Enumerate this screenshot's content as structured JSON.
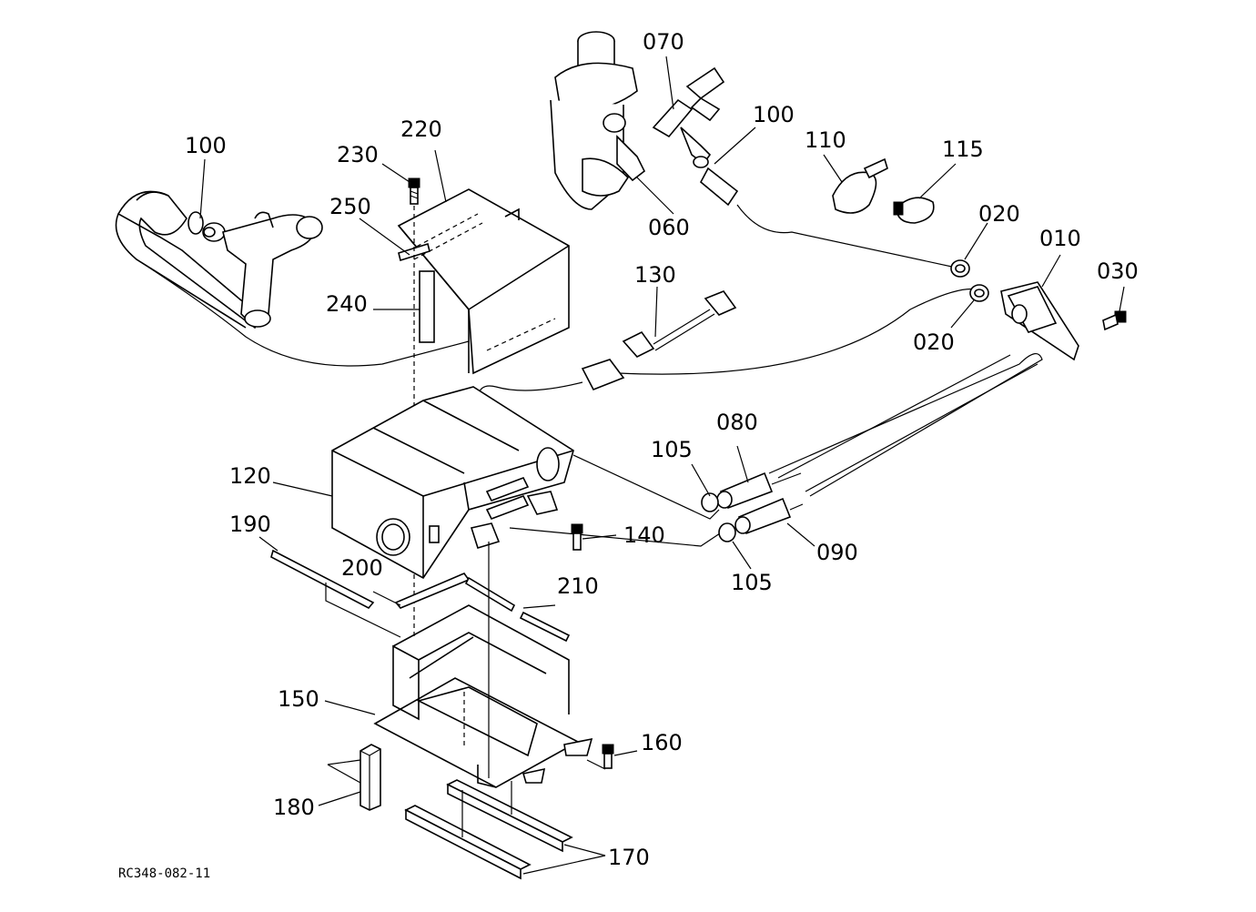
{
  "labels": {
    "p010": "010",
    "p020a": "020",
    "p020b": "020",
    "p030": "030",
    "p060": "060",
    "p070": "070",
    "p080": "080",
    "p090": "090",
    "p100a": "100",
    "p100b": "100",
    "p105a": "105",
    "p105b": "105",
    "p110": "110",
    "p115": "115",
    "p120": "120",
    "p130": "130",
    "p140": "140",
    "p150": "150",
    "p160": "160",
    "p170": "170",
    "p180": "180",
    "p190": "190",
    "p200": "200",
    "p210": "210",
    "p220": "220",
    "p230": "230",
    "p240": "240",
    "p250": "250"
  },
  "reference_code": "RC348-082-11"
}
